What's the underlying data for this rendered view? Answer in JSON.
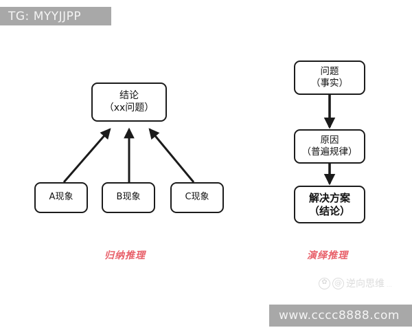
{
  "watermarks": {
    "top_left": "TG: MYYJJPP",
    "bottom_right": "www.cccc8888.com",
    "center_logo": {
      "badge_glyph": "✿",
      "at_glyph": "@",
      "name": "逆向思维",
      "tail": "···"
    }
  },
  "colors": {
    "box_border": "#1b1b1b",
    "arrow": "#1b1b1b",
    "caption_red": "#e8606a",
    "watermark_gray": "#a8a8a8",
    "background": "#ffffff"
  },
  "left_diagram": {
    "caption": "归纳推理",
    "conclusion": {
      "line1": "结论",
      "line2": "（xx问题）"
    },
    "evidence": [
      {
        "label": "A现象"
      },
      {
        "label": "B现象"
      },
      {
        "label": "C现象"
      }
    ],
    "arrow_direction": "upward-converging"
  },
  "right_diagram": {
    "caption": "演绎推理",
    "steps": [
      {
        "line1": "问题",
        "line2": "（事实）"
      },
      {
        "line1": "原因",
        "line2": "（普遍规律）"
      },
      {
        "line1": "解决方案",
        "line2": "（结论）"
      }
    ],
    "arrow_direction": "downward-sequential"
  }
}
